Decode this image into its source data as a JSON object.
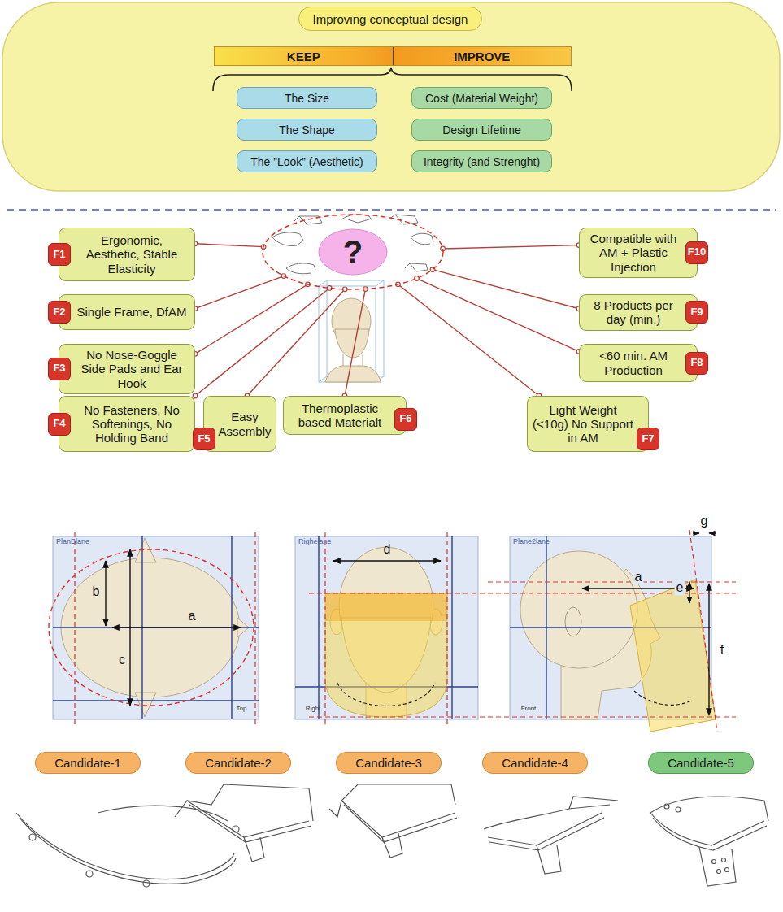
{
  "diagram": {
    "nodes": [
      {
        "text": [
          "Improving conceptual design"
        ]
      },
      {
        "text": [
          "KEEP",
          "IMPROVE"
        ]
      },
      {
        "text": [
          "The Size"
        ]
      },
      {
        "text": [
          "Cost (Material Weight)"
        ]
      },
      {
        "text": [
          "The Shape"
        ]
      },
      {
        "text": [
          "Design Lifetime"
        ]
      },
      {
        "text": [
          "The ”Look” (Aesthetic)"
        ]
      },
      {
        "text": [
          "Integrity (and Strenght)"
        ]
      },
      {
        "text": [
          "?"
        ]
      },
      {
        "text": [
          "Ergonomic, Aesthetic, Stable Elasticity"
        ]
      },
      {
        "text": [
          "F1"
        ],
        "in": 9
      },
      {
        "text": [
          "Single Frame, DfAM"
        ]
      },
      {
        "text": [
          "F2"
        ],
        "in": 11
      },
      {
        "text": [
          "No Nose-Goggle Side Pads and Ear Hook"
        ]
      },
      {
        "text": [
          "F3"
        ],
        "in": 13
      },
      {
        "text": [
          "No Fasteners, No Softenings, No Holding Band"
        ]
      },
      {
        "text": [
          "F4"
        ],
        "in": 15
      },
      {
        "text": [
          "Easy Assembly"
        ]
      },
      {
        "text": [
          "F5"
        ],
        "in": 17
      },
      {
        "text": [
          "Thermoplastic based Materialt"
        ]
      },
      {
        "text": [
          "F6"
        ],
        "in": 19
      },
      {
        "text": [
          "Light Weight (<10g) No Support in AM"
        ]
      },
      {
        "text": [
          "F7"
        ],
        "in": 21
      },
      {
        "text": [
          "<60 min. AM Production"
        ]
      },
      {
        "text": [
          "F8"
        ],
        "in": 23
      },
      {
        "text": [
          "8 Products per day (min.)"
        ]
      },
      {
        "text": [
          "F9"
        ],
        "in": 25
      },
      {
        "text": [
          "Compatible with AM + Plastic Injection"
        ]
      },
      {
        "text": [
          "F10"
        ],
        "in": 27
      },
      {
        "text": [
          "Candidate-1"
        ]
      },
      {
        "text": [
          "Candidate-2"
        ]
      },
      {
        "text": [
          "Candidate-3"
        ]
      },
      {
        "text": [
          "Candidate-4"
        ]
      },
      {
        "text": [
          "Candidate-5"
        ]
      }
    ],
    "edges": [
      {
        "from": 9,
        "to": 8,
        "arrow": "none"
      },
      {
        "from": 11,
        "to": 8,
        "arrow": "none"
      },
      {
        "from": 13,
        "to": 8,
        "arrow": "none"
      },
      {
        "from": 15,
        "to": 8,
        "arrow": "none"
      },
      {
        "from": 17,
        "to": 8,
        "arrow": "none"
      },
      {
        "from": 19,
        "to": 8,
        "arrow": "none"
      },
      {
        "from": 21,
        "to": 8,
        "arrow": "none"
      },
      {
        "from": 23,
        "to": 8,
        "arrow": "none"
      },
      {
        "from": 25,
        "to": 8,
        "arrow": "none"
      },
      {
        "from": 27,
        "to": 8,
        "arrow": "none"
      }
    ],
    "labels": [
      "PlanBlane",
      "b",
      "c",
      "a",
      "Top",
      "Righelane",
      "d",
      "Right",
      "Plane2lane",
      "g",
      "a",
      "e",
      "f",
      "Front"
    ]
  }
}
